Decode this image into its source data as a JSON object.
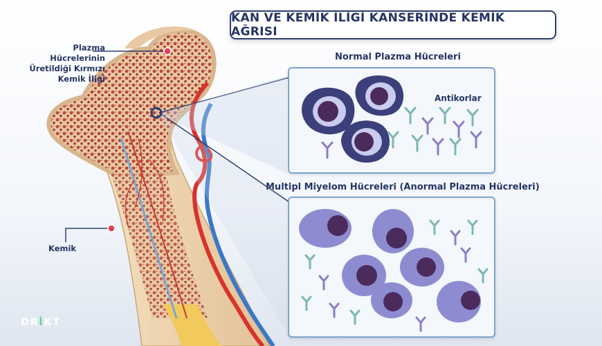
{
  "title": "KAN VE KEMİK İLİĞİ KANSERİNDE KEMİK AĞRISI",
  "normal_heading": "Normal Plazma Hücreleri",
  "myeloma_heading": "Multipl Miyelom Hücreleri (Anormal Plazma Hücreleri)",
  "labels": {
    "marrow": "Plazma Hücrelerinin Üretildiği Kırmızı Kemik İliği",
    "bone": "Kemik",
    "antibodies": "Antikorlar"
  },
  "logo": {
    "left": "DR",
    "mid": "İ",
    "right": "KT"
  },
  "colors": {
    "title_border": "#2d3f6e",
    "panel_border": "#7ea3cf",
    "normal_cell": "#3b3f7a",
    "myeloma_cell": "#8e8cd0",
    "nucleus": "#4b2a5c",
    "artery": "#d9322c",
    "vein": "#3b78c9"
  }
}
